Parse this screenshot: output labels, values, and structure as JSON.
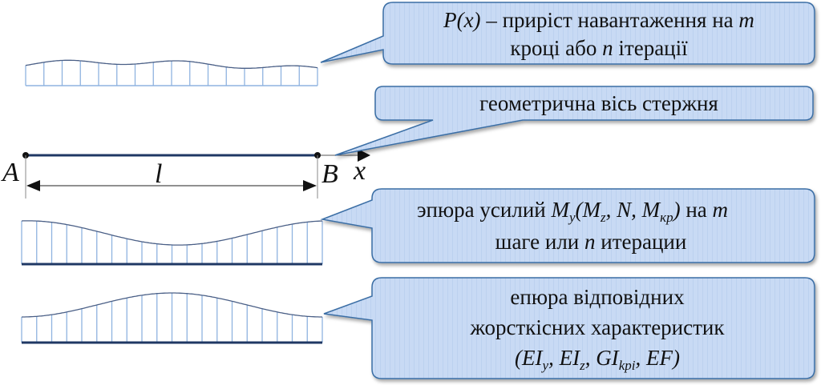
{
  "beam": {
    "start_label": "A",
    "end_label": "B",
    "length_label": "l",
    "axis_label": "x"
  },
  "callouts": {
    "load": {
      "line1_func": "P(x)",
      "line1_rest": " – приріст навантаження на ",
      "line1_m": "m",
      "line2_a": "кроці або ",
      "line2_n": "n",
      "line2_b": " ітерації"
    },
    "axis": {
      "text": "геометрична вісь стержня"
    },
    "forces": {
      "line1_a": "эпюра усилий ",
      "line1_M": "M",
      "line1_y": "y",
      "line1_open": "(M",
      "line1_z": "z",
      "line1_mid": ", N, M",
      "line1_kp": "кр",
      "line1_close": ")",
      "line1_b": " на ",
      "line1_m": "m",
      "line2_a": "шаге или ",
      "line2_n": "n",
      "line2_b": " итерации"
    },
    "stiffness": {
      "line1": "епюра відповідних",
      "line2": "жорсткісних характеристик",
      "line3_open": "(EI",
      "line3_y": "y",
      "line3_sep1": ", EI",
      "line3_z": "z",
      "line3_sep2": ", GI",
      "line3_kpi": "kpi",
      "line3_close": ", EF)"
    }
  },
  "colors": {
    "callout_fill": "#c6d9f5",
    "callout_border": "#3a6ea5",
    "hatch": "#8fb3e0",
    "curve": "#4a5f86",
    "beam": "#1f3864"
  }
}
